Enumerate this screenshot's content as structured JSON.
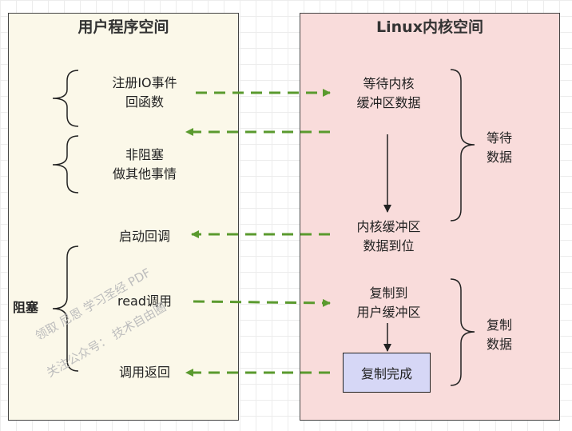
{
  "user_space": {
    "title": "用户程序空间",
    "register_callback": "注册IO事件\n回函数",
    "non_blocking": "非阻塞\n做其他事情",
    "start_callback": "启动回调",
    "blocking": "阻塞",
    "read_call": "read调用",
    "call_return": "调用返回"
  },
  "kernel_space": {
    "title": "Linux内核空间",
    "wait_buffer": "等待内核\n缓冲区数据",
    "data_ready": "内核缓冲区\n数据到位",
    "copy_to_user": "复制到\n用户缓冲区",
    "copy_done": "复制完成",
    "wait_data": "等待\n数据",
    "copy_data": "复制\n数据"
  },
  "watermark": {
    "line1": "领取 尼恩 学习圣经 PDF",
    "line2": "关注公众号：  技术自由圈"
  },
  "colors": {
    "user_bg": "#fbf8e9",
    "kernel_bg": "#f9dcdb",
    "arrow_green": "#5a9a2e",
    "done_bg": "#d6d7f6"
  }
}
